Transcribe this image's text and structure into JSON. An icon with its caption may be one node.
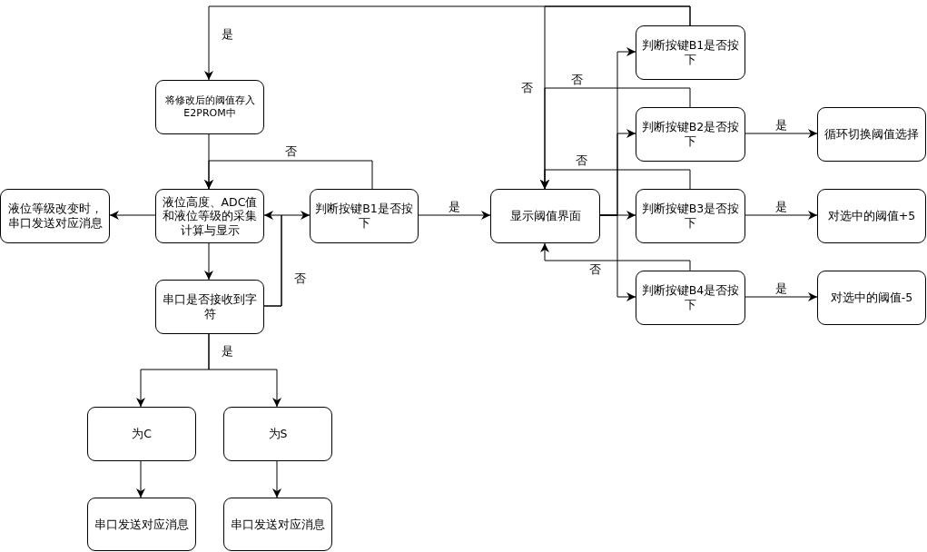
{
  "diagram": {
    "nodes": [
      {
        "text": [
          "将修改后的阈值存入E2PROM中"
        ]
      },
      {
        "text": [
          "液位等级改变时，串口发送对应消息"
        ]
      },
      {
        "text": [
          "液位高度、ADC值和液位等级的采集计算与显示"
        ]
      },
      {
        "text": [
          "判断按键B1是否按下"
        ]
      },
      {
        "text": [
          "串口是否接收到字符"
        ]
      },
      {
        "text": [
          "为C"
        ]
      },
      {
        "text": [
          "为S"
        ]
      },
      {
        "text": [
          "串口发送对应消息"
        ]
      },
      {
        "text": [
          "串口发送对应消息"
        ]
      },
      {
        "text": [
          "显示阈值界面"
        ]
      },
      {
        "text": [
          "判断按键B1是否按下"
        ]
      },
      {
        "text": [
          "判断按键B2是否按下"
        ]
      },
      {
        "text": [
          "判断按键B3是否按下"
        ]
      },
      {
        "text": [
          "判断按键B4是否按下"
        ]
      },
      {
        "text": [
          "循环切换阈值选择"
        ]
      },
      {
        "text": [
          "对选中的阈值+5"
        ]
      },
      {
        "text": [
          "对选中的阈值-5"
        ]
      }
    ],
    "edges": [
      {
        "from": 10,
        "to": 0,
        "arrow": "to",
        "label": "是"
      },
      {
        "from": 10,
        "to": 9,
        "arrow": "to",
        "label": "否"
      },
      {
        "from": 11,
        "to": 9,
        "arrow": "to",
        "label": "否"
      },
      {
        "from": 12,
        "to": 9,
        "arrow": "to",
        "label": "否"
      },
      {
        "from": 13,
        "to": 9,
        "arrow": "to",
        "label": "否"
      },
      {
        "from": 0,
        "to": 2,
        "arrow": "to"
      },
      {
        "from": 3,
        "to": 2,
        "arrow": "to",
        "label": "否"
      },
      {
        "from": 2,
        "to": 1,
        "arrow": "to"
      },
      {
        "from": 2,
        "to": 4,
        "arrow": "to"
      },
      {
        "from": 4,
        "to": 2,
        "arrow": "to",
        "label": "否"
      },
      {
        "from": 4,
        "to": 3,
        "arrow": "to"
      },
      {
        "from": 3,
        "to": 9,
        "arrow": "to",
        "label": "是"
      },
      {
        "from": 4,
        "to": 5,
        "arrow": "to",
        "label": "是"
      },
      {
        "from": 4,
        "to": 6,
        "arrow": "to"
      },
      {
        "from": 5,
        "to": 7,
        "arrow": "to"
      },
      {
        "from": 6,
        "to": 8,
        "arrow": "to"
      },
      {
        "from": 9,
        "to": 10,
        "arrow": "to"
      },
      {
        "from": 9,
        "to": 11,
        "arrow": "to"
      },
      {
        "from": 9,
        "to": 12,
        "arrow": "to"
      },
      {
        "from": 9,
        "to": 13,
        "arrow": "to"
      },
      {
        "from": 11,
        "to": 14,
        "arrow": "to",
        "label": "是"
      },
      {
        "from": 12,
        "to": 15,
        "arrow": "to",
        "label": "是"
      },
      {
        "from": 13,
        "to": 16,
        "arrow": "to",
        "label": "是"
      }
    ]
  }
}
